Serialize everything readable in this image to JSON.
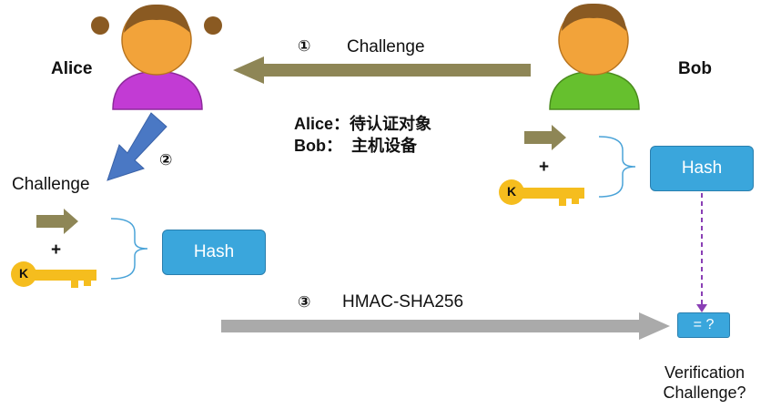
{
  "actors": {
    "alice": {
      "name": "Alice",
      "shirt_color": "#c23bd4"
    },
    "bob": {
      "name": "Bob",
      "shirt_color": "#66c02e"
    }
  },
  "steps": [
    {
      "marker": "①",
      "label": "Challenge"
    },
    {
      "marker": "②",
      "label": "Challenge"
    },
    {
      "marker": "③",
      "label": "HMAC-SHA256"
    }
  ],
  "roles_note": {
    "line1": "Alice：待认证对象",
    "line2": "Bob：  主机设备"
  },
  "alice_side": {
    "plus": "+",
    "key_label": "K",
    "hash_label": "Hash"
  },
  "bob_side": {
    "plus": "+",
    "key_label": "K",
    "hash_label": "Hash"
  },
  "compare": {
    "label": "= ?",
    "caption_line1": "Verification",
    "caption_line2": "Challenge?"
  },
  "colors": {
    "olive_arrow": "#8e8656",
    "blue_arrow": "#4a78c4",
    "gray_arrow": "#aaaaaa",
    "key": "#f5bd1e",
    "hash": "#3aa6dc",
    "dashed": "#8a3fb5",
    "face": "#f2a33a",
    "hair": "#8a5a22"
  }
}
